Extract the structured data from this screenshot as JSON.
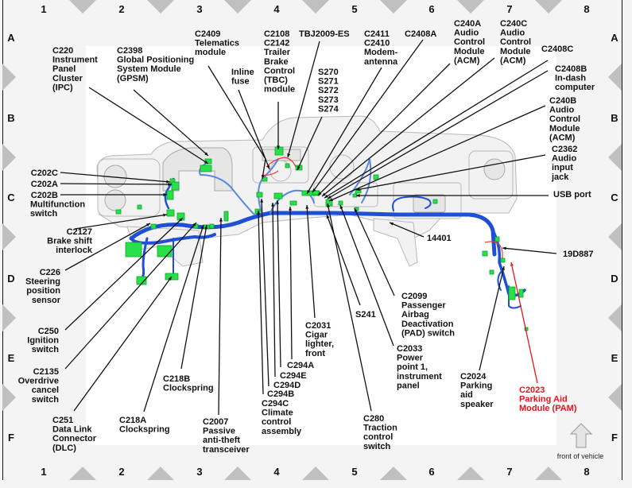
{
  "diagram": {
    "title": "Instrument panel wiring harness component location",
    "column_labels": [
      "1",
      "2",
      "3",
      "4",
      "5",
      "6",
      "7",
      "8"
    ],
    "row_labels": [
      "A",
      "B",
      "C",
      "D",
      "E",
      "F"
    ],
    "orientation_label": "front of vehicle",
    "orientation_icon": "up-arrow-icon",
    "colors": {
      "frame_background": "#f4f4f4",
      "drawing_background": "#ffffff",
      "grid_marker": "#c0c0c0",
      "harness": "#1f4fd6",
      "connector": "#27e04a",
      "highlight": "#e8141b",
      "text": "#111111"
    },
    "callouts": [
      {
        "id": "c220",
        "lines": [
          "C220",
          "Instrument",
          "Panel",
          "Cluster",
          "(IPC)"
        ]
      },
      {
        "id": "c2398",
        "lines": [
          "C2398",
          "Global Positioning",
          "System Module",
          "(GPSM)"
        ]
      },
      {
        "id": "c2409",
        "lines": [
          "C2409",
          "Telematics",
          "module"
        ]
      },
      {
        "id": "inline-fuse",
        "lines": [
          "Inline",
          "fuse"
        ]
      },
      {
        "id": "c2108",
        "lines": [
          "C2108",
          "C2142",
          "Trailer",
          "Brake",
          "Control",
          "(TBC)",
          "module"
        ]
      },
      {
        "id": "tbj2009",
        "lines": [
          "TBJ2009-ES"
        ]
      },
      {
        "id": "s270",
        "lines": [
          "S270",
          "S271",
          "S272",
          "S273",
          "S274"
        ]
      },
      {
        "id": "c2411",
        "lines": [
          "C2411",
          "C2410",
          "Modem-",
          "antenna"
        ]
      },
      {
        "id": "c2408a",
        "lines": [
          "C2408A"
        ]
      },
      {
        "id": "c240a",
        "lines": [
          "C240A",
          "Audio",
          "Control",
          "Module",
          "(ACM)"
        ]
      },
      {
        "id": "c240c",
        "lines": [
          "C240C",
          "Audio",
          "Control",
          "Module",
          "(ACM)"
        ]
      },
      {
        "id": "c2408c",
        "lines": [
          "C2408C"
        ]
      },
      {
        "id": "c2408b",
        "lines": [
          "C2408B",
          "In-dash",
          "computer"
        ]
      },
      {
        "id": "c240b",
        "lines": [
          "C240B",
          "Audio",
          "Control",
          "Module",
          "(ACM)"
        ]
      },
      {
        "id": "c2362",
        "lines": [
          "C2362",
          "Audio",
          "input",
          "jack"
        ]
      },
      {
        "id": "usb",
        "lines": [
          "USB port"
        ]
      },
      {
        "id": "c202c",
        "lines": [
          "C202C"
        ]
      },
      {
        "id": "c202a",
        "lines": [
          "C202A"
        ]
      },
      {
        "id": "c202b",
        "lines": [
          "C202B",
          "Multifunction",
          "switch"
        ]
      },
      {
        "id": "c2127",
        "lines": [
          "C2127",
          "Brake shift",
          "interlock"
        ]
      },
      {
        "id": "c226",
        "lines": [
          "C226",
          "Steering",
          "position",
          "sensor"
        ]
      },
      {
        "id": "c250",
        "lines": [
          "C250",
          "Ignition",
          "switch"
        ]
      },
      {
        "id": "c2135",
        "lines": [
          "C2135",
          "Overdrive",
          "cancel",
          "switch"
        ]
      },
      {
        "id": "c251",
        "lines": [
          "C251",
          "Data Link",
          "Connector",
          "(DLC)"
        ]
      },
      {
        "id": "c218a",
        "lines": [
          "C218A",
          "Clockspring"
        ]
      },
      {
        "id": "c218b",
        "lines": [
          "C218B",
          "Clockspring"
        ]
      },
      {
        "id": "c2007",
        "lines": [
          "C2007",
          "Passive",
          "anti-theft",
          "transceiver"
        ]
      },
      {
        "id": "c294c",
        "lines": [
          "C294C",
          "Climate",
          "control",
          "assembly"
        ]
      },
      {
        "id": "c294b",
        "lines": [
          "C294B"
        ]
      },
      {
        "id": "c294d",
        "lines": [
          "C294D"
        ]
      },
      {
        "id": "c294e",
        "lines": [
          "C294E"
        ]
      },
      {
        "id": "c294a",
        "lines": [
          "C294A"
        ]
      },
      {
        "id": "c2031",
        "lines": [
          "C2031",
          "Cigar",
          "lighter,",
          "front"
        ]
      },
      {
        "id": "s241",
        "lines": [
          "S241"
        ]
      },
      {
        "id": "c280",
        "lines": [
          "C280",
          "Traction",
          "control",
          "switch"
        ]
      },
      {
        "id": "c2033",
        "lines": [
          "C2033",
          "Power",
          "point 1,",
          "instrument",
          "panel"
        ]
      },
      {
        "id": "c2099",
        "lines": [
          "C2099",
          "Passenger",
          "Airbag",
          "Deactivation",
          "(PAD) switch"
        ]
      },
      {
        "id": "c14401",
        "lines": [
          "14401"
        ]
      },
      {
        "id": "c19d887",
        "lines": [
          "19D887"
        ]
      },
      {
        "id": "c2024",
        "lines": [
          "C2024",
          "Parking",
          "aid",
          "speaker"
        ]
      },
      {
        "id": "c2023",
        "lines": [
          "C2023",
          "Parking Aid",
          "Module (PAM)"
        ],
        "highlight": true
      }
    ]
  }
}
